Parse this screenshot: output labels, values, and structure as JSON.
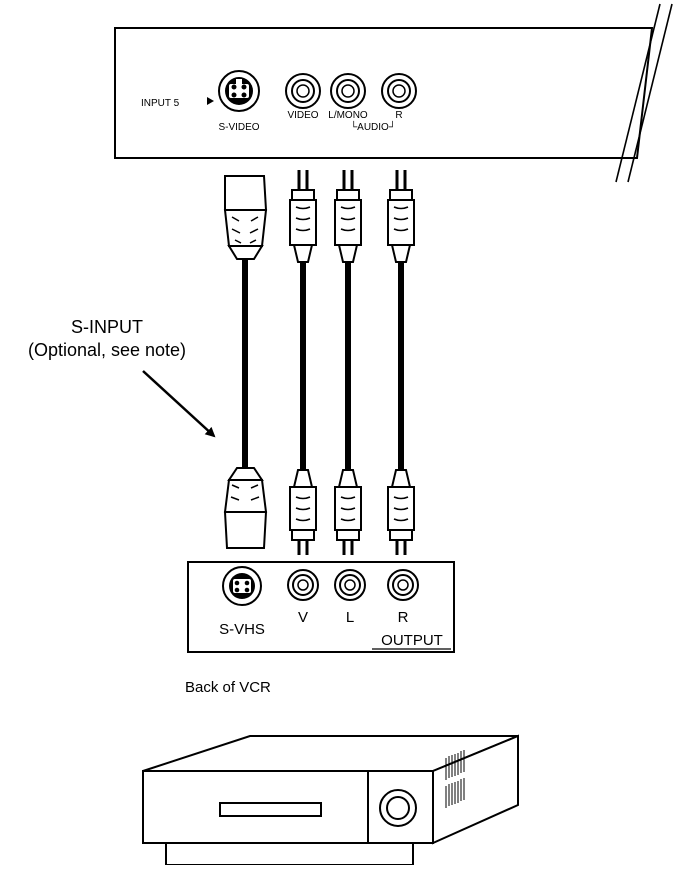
{
  "tv_panel": {
    "input_label": "INPUT 5",
    "svideo_label": "S-VIDEO",
    "video_label": "VIDEO",
    "lmono_label": "L/MONO",
    "r_label": "R",
    "audio_label": "└AUDIO┘"
  },
  "callout": {
    "line1": "S-INPUT",
    "line2": "(Optional, see note)"
  },
  "vcr_panel": {
    "svhs_label": "S-VHS",
    "v_label": "V",
    "l_label": "L",
    "r_label": "R",
    "output_label": "OUTPUT"
  },
  "caption": "Back of VCR",
  "colors": {
    "line": "#000000",
    "background": "#ffffff"
  }
}
